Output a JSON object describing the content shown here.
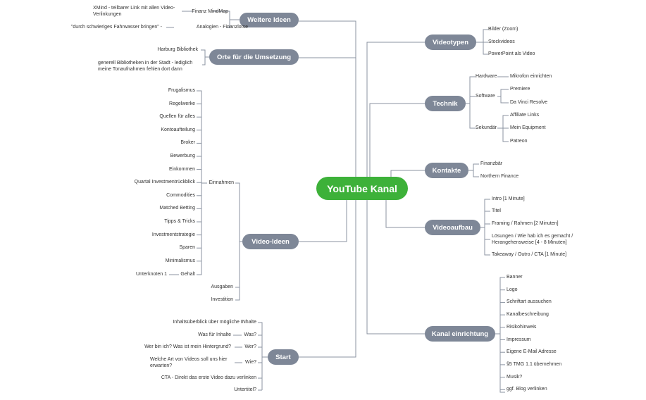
{
  "root": "YouTube Kanal",
  "colors": {
    "root": "#3db139",
    "branch": "#7e8797",
    "line": "#8b93a1"
  },
  "branches": {
    "weitere": {
      "label": "Weitere Ideen",
      "items": [
        {
          "label": "Finanz MindMap",
          "note": "XMind - teilbarer Link mit allen Video-Verlinkungen"
        },
        {
          "label": "Analogien - Finanzlotse",
          "note": "\"durch schwieriges Fahrwasser bringen\" -"
        }
      ]
    },
    "orte": {
      "label": "Orte für die Umsetzung",
      "items": [
        "Harburg Bibliothek",
        "generell Bibliotheken in der Stadt - lediglich meine Tonaufnahmen fehlen dort dann"
      ]
    },
    "video_ideen": {
      "label": "Video-Ideen",
      "einnahmen": "Einnahmen",
      "einnahmen_items": [
        "Frugalismus",
        "Regelwerke",
        "Quellen für alles",
        "Kontoaufteilung",
        "Broker",
        "Bewerbung",
        "Einkommen",
        "Quartal Investmentrückblick",
        "Commodities",
        "Matched Betting",
        "Tipps & Tricks",
        "Investmentstrategie",
        "Sparen",
        "Minimalismus"
      ],
      "gehalt": "Gehalt",
      "unterknoten": "Unterknoten 1",
      "ausgaben": "Ausgaben",
      "investition": "Investition"
    },
    "start": {
      "label": "Start",
      "items": [
        {
          "label": "Inhaltsüberblick über mögliche INhalte"
        },
        {
          "label": "Was?",
          "note": "Was für Inhalte"
        },
        {
          "label": "Wer?",
          "note": "Wer bin ich? Was ist mein Hintergrund?"
        },
        {
          "label": "Wie?",
          "note": "Welche Art von Videos soll uns hier erwarten?"
        },
        {
          "label": "CTA - Direkt das erste Video dazu verlinken"
        },
        {
          "label": "Untertitel?"
        }
      ]
    },
    "videotypen": {
      "label": "Videotypen",
      "items": [
        "Bilder (Zoom)",
        "Stockvideos",
        "PowerPoint als Video"
      ]
    },
    "technik": {
      "label": "Technik",
      "hardware": "Hardware",
      "hardware_items": [
        "Mikrofon einrichten"
      ],
      "software": "Software",
      "software_items": [
        "Premiere",
        "Da Vinci Resolve"
      ],
      "sekundar": "Sekundär",
      "sekundar_items": [
        "Affiliate Links",
        "Mein Equipment",
        "Patreon"
      ]
    },
    "kontakte": {
      "label": "Kontakte",
      "items": [
        "Finanzbär",
        "Northern Finance"
      ]
    },
    "videoaufbau": {
      "label": "Videoaufbau",
      "items": [
        "Intro [1 Minute]",
        "Titel",
        "Framing / Rahmen [2 Minuten]",
        "Lösungen / Wie hab ich es gemacht / Herangehensweise [4 - 8 Minuten]",
        "Takeaway / Outro / CTA [1 Minute]"
      ]
    },
    "kanal": {
      "label": "Kanal einrichtung",
      "items": [
        "Banner",
        "Logo",
        "Schriftart aussuchen",
        "Kanalbeschreibung",
        "Risikohinweis",
        "Impressum",
        "Eigene E-Mail Adresse",
        "§5 TMG 1.1 übernehmen",
        "Musik?",
        "ggf. Blog verlinken"
      ]
    }
  }
}
